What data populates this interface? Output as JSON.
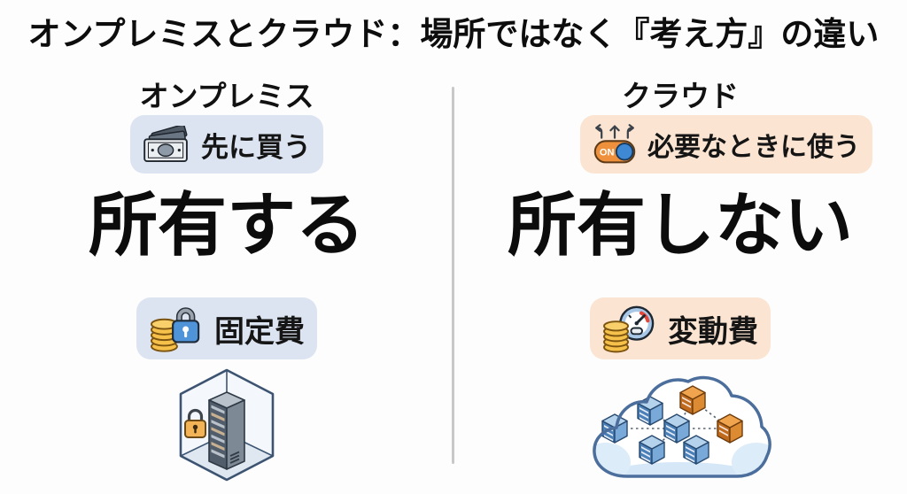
{
  "title": "オンプレミスとクラウド：場所ではなく『考え方』の違い",
  "left": {
    "header": "オンプレミス",
    "badge_top": {
      "icon": "money-bills-icon",
      "label": "先に買う"
    },
    "main_text": "所有する",
    "badge_bottom": {
      "icon": "coins-lock-icon",
      "label": "固定費"
    },
    "illustration": "server-in-glass-cube-with-padlock"
  },
  "right": {
    "header": "クラウド",
    "badge_top": {
      "icon": "toggle-on-with-arrows-icon",
      "toggle_label": "ON",
      "label": "必要なときに使う"
    },
    "main_text": "所有しない",
    "badge_bottom": {
      "icon": "coins-gauge-icon",
      "label": "変動費"
    },
    "illustration": "cloud-with-server-cubes"
  },
  "colors": {
    "background": "#fdfdfd",
    "text": "#0d0d0d",
    "divider": "#c8c8c8",
    "left_badge_bg": "#dce4f1",
    "right_badge_bg": "#fbe4d1",
    "coin_gold": "#f5c14a",
    "lock_blue": "#4f94d8",
    "toggle_orange": "#ef913c",
    "knob_blue": "#3f88d4",
    "gauge_blue": "#a9c7e6",
    "gauge_red": "#e2473a",
    "cloud_stroke": "#4c6e9c",
    "cloud_shade": "#d6e8f8",
    "blue_cube": "#4a7fb8",
    "orange_cube": "#c06a1e",
    "server_gray": "#525d6b",
    "padlock_gold": "#f3b457"
  }
}
